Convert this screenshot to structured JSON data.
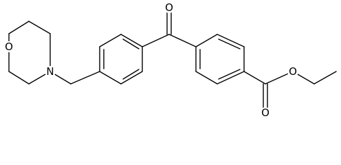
{
  "molecule": {
    "atom_labels": {
      "morpholine_oxygen": "O",
      "morpholine_nitrogen": "N",
      "ketone_oxygen": "O",
      "ester_carbonyl_oxygen": "O",
      "ester_ether_oxygen": "O"
    },
    "colors": {
      "bond": "#000000",
      "label": "#000000",
      "background": "#ffffff"
    }
  }
}
